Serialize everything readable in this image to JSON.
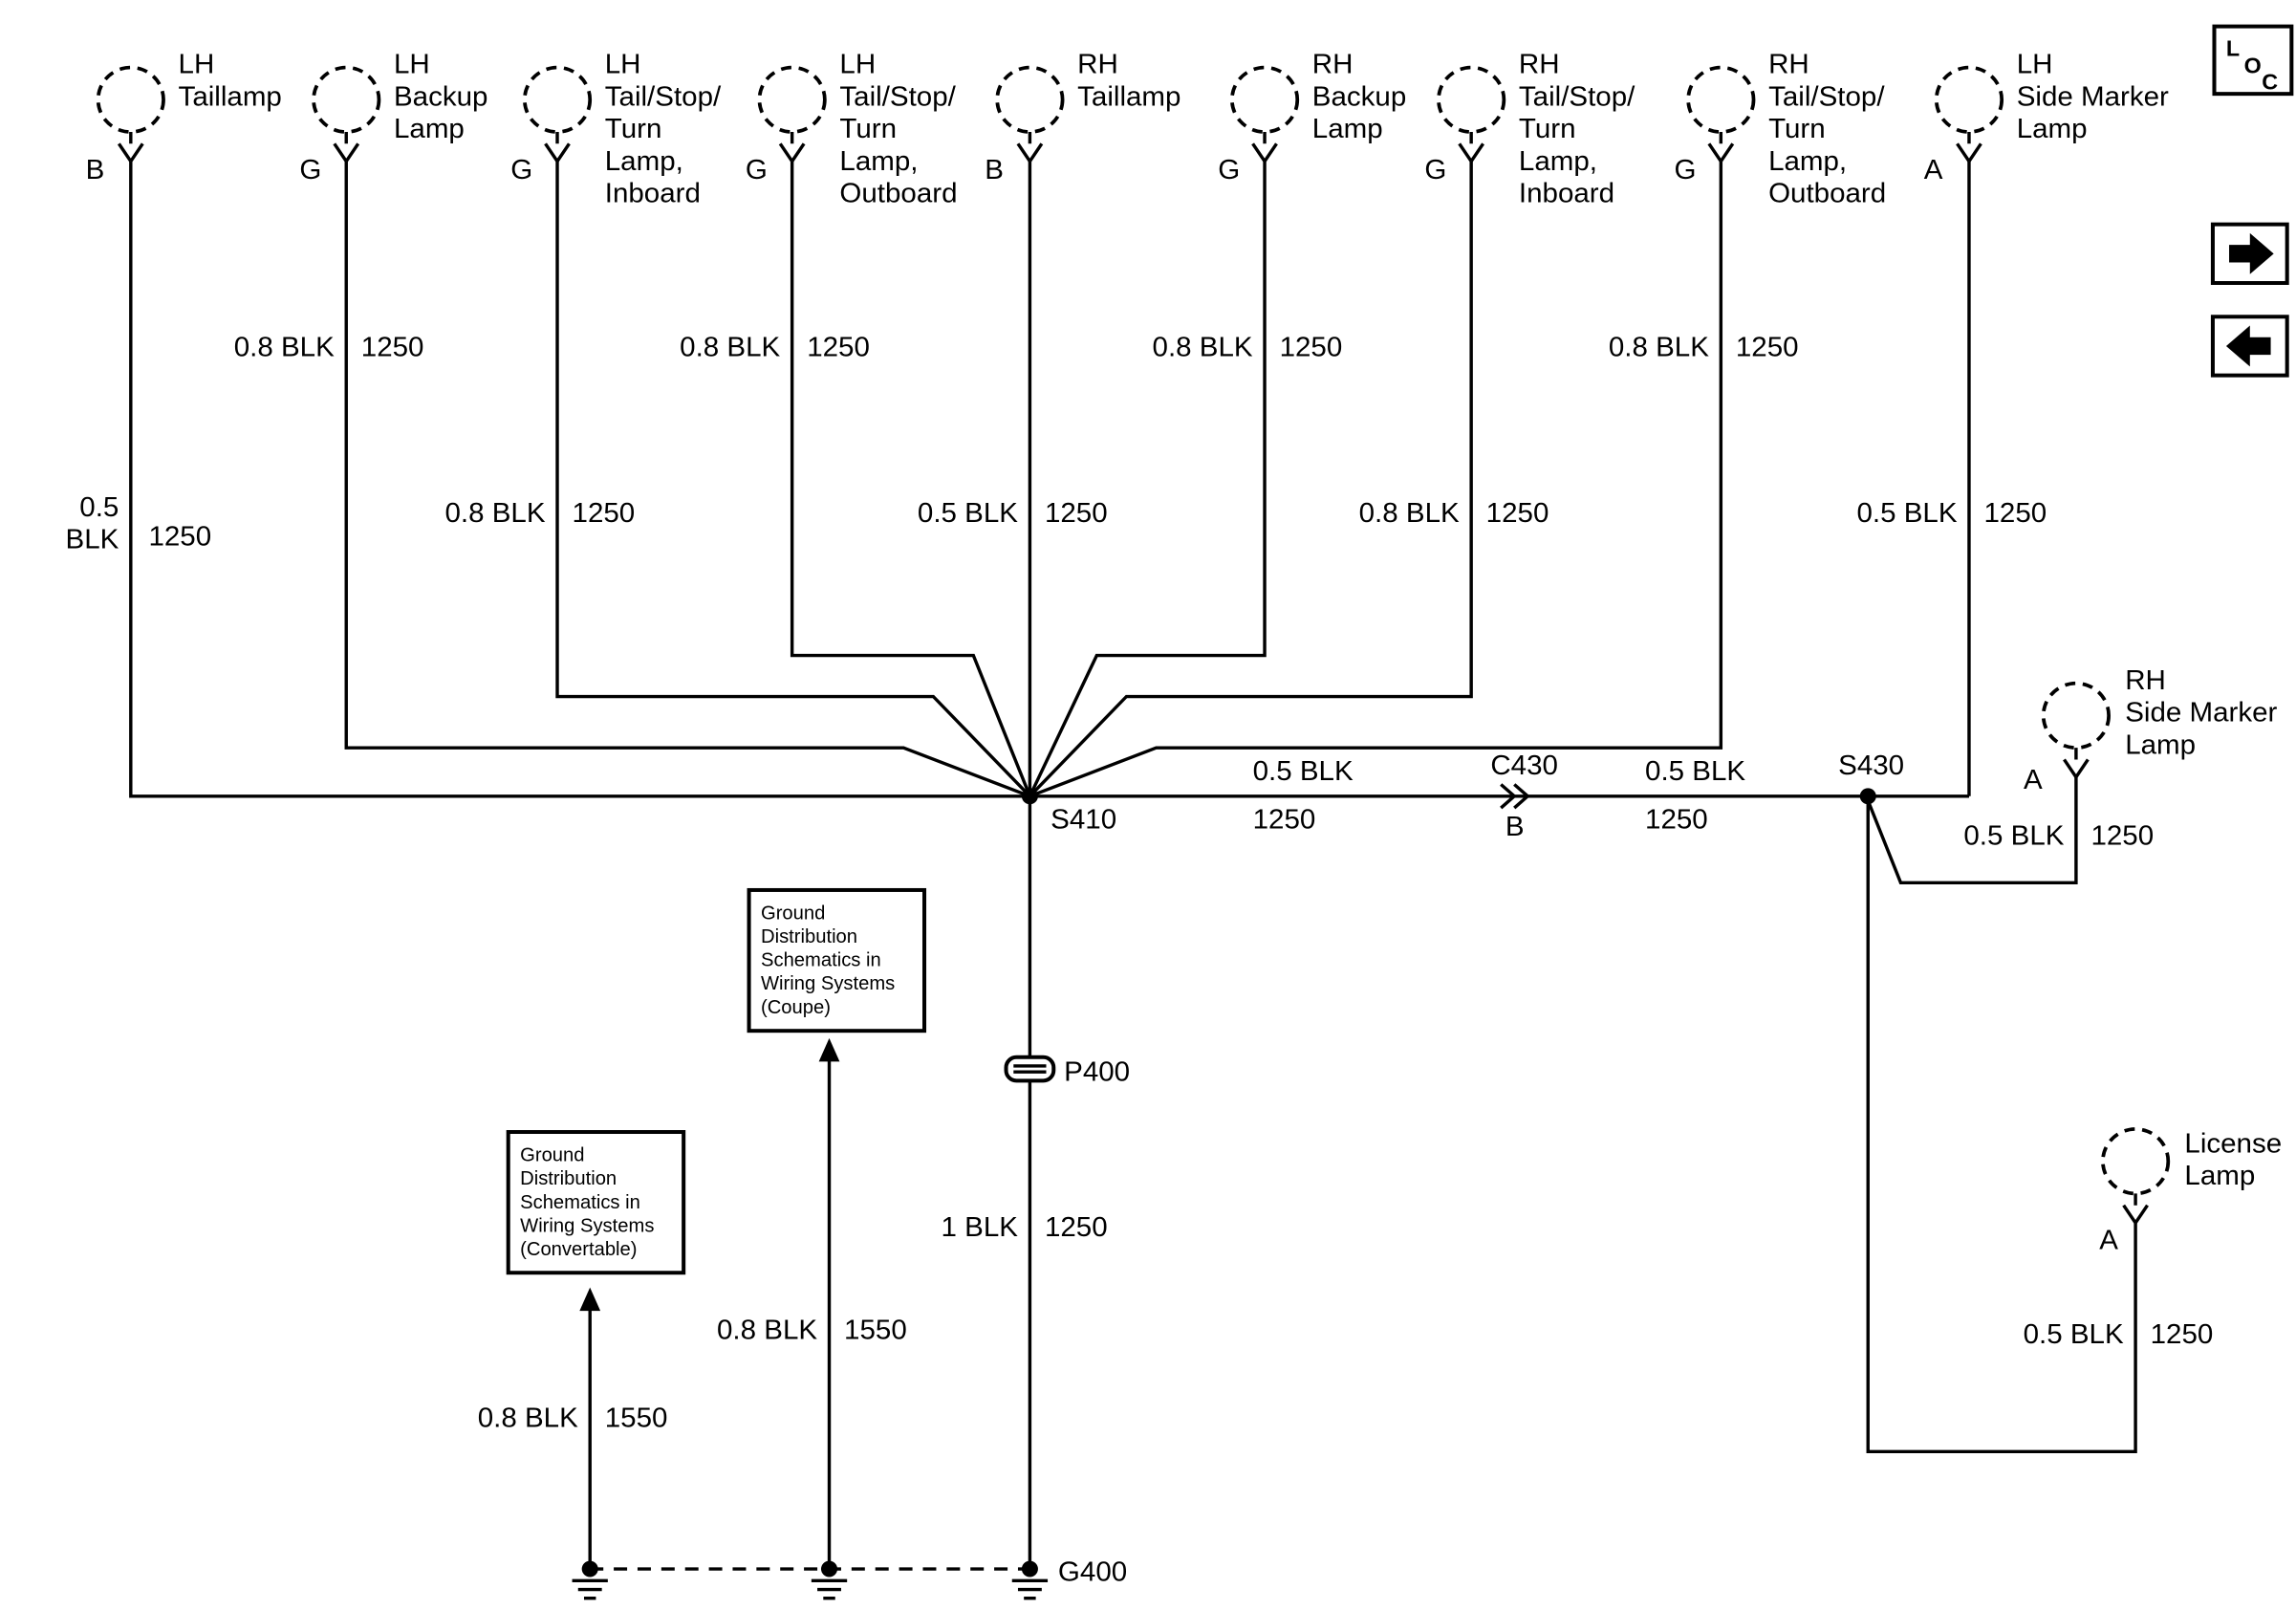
{
  "lamps": [
    {
      "pin": "B",
      "name": [
        "LH",
        "Taillamp"
      ],
      "gauge": [
        "0.5",
        "BLK"
      ],
      "circuit": "1250"
    },
    {
      "pin": "G",
      "name": [
        "LH",
        "Backup",
        "Lamp"
      ],
      "gauge": [
        "0.8 BLK"
      ],
      "circuit": "1250"
    },
    {
      "pin": "G",
      "name": [
        "LH",
        "Tail/Stop/",
        "Turn",
        "Lamp,",
        "Inboard"
      ],
      "gauge": [
        "0.8 BLK"
      ],
      "circuit": "1250"
    },
    {
      "pin": "G",
      "name": [
        "LH",
        "Tail/Stop/",
        "Turn",
        "Lamp,",
        "Outboard"
      ],
      "gauge": [
        "0.8 BLK"
      ],
      "circuit": "1250"
    },
    {
      "pin": "B",
      "name": [
        "RH",
        "Taillamp"
      ],
      "gauge": [
        "0.5 BLK"
      ],
      "circuit": "1250"
    },
    {
      "pin": "G",
      "name": [
        "RH",
        "Backup",
        "Lamp"
      ],
      "gauge": [
        "0.8 BLK"
      ],
      "circuit": "1250"
    },
    {
      "pin": "G",
      "name": [
        "RH",
        "Tail/Stop/",
        "Turn",
        "Lamp,",
        "Inboard"
      ],
      "gauge": [
        "0.8 BLK"
      ],
      "circuit": "1250"
    },
    {
      "pin": "G",
      "name": [
        "RH",
        "Tail/Stop/",
        "Turn",
        "Lamp,",
        "Outboard"
      ],
      "gauge": [
        "0.8 BLK"
      ],
      "circuit": "1250"
    },
    {
      "pin": "A",
      "name": [
        "LH",
        "Side Marker",
        "Lamp"
      ],
      "gauge": [
        "0.5 BLK"
      ],
      "circuit": "1250"
    }
  ],
  "right_lamps": {
    "rh_side_marker": {
      "pin": "A",
      "name": [
        "RH",
        "Side Marker",
        "Lamp"
      ],
      "gauge": "0.5 BLK",
      "circuit": "1250"
    },
    "license": {
      "pin": "A",
      "name": [
        "License",
        "Lamp"
      ],
      "gauge": "0.5 BLK",
      "circuit": "1250"
    }
  },
  "run": {
    "left_gauge": "0.5 BLK",
    "left_circuit": "1250",
    "right_gauge": "0.5 BLK",
    "right_circuit": "1250"
  },
  "main_feed": {
    "gauge": "1 BLK",
    "circuit": "1250"
  },
  "grounds": {
    "coupe": {
      "gauge": "0.8 BLK",
      "circuit": "1550",
      "box": [
        "Ground",
        "Distribution",
        "Schematics in",
        "Wiring Systems",
        "(Coupe)"
      ]
    },
    "convertible": {
      "gauge": "0.8 BLK",
      "circuit": "1550",
      "box": [
        "Ground",
        "Distribution",
        "Schematics in",
        "Wiring Systems",
        "(Convertable)"
      ]
    }
  },
  "nodes": {
    "s410": "S410",
    "c430": "C430",
    "c430_pin": "B",
    "s430": "S430",
    "p400": "P400",
    "g400": "G400"
  },
  "legend": {
    "l": "L",
    "o": "O",
    "c": "C"
  }
}
